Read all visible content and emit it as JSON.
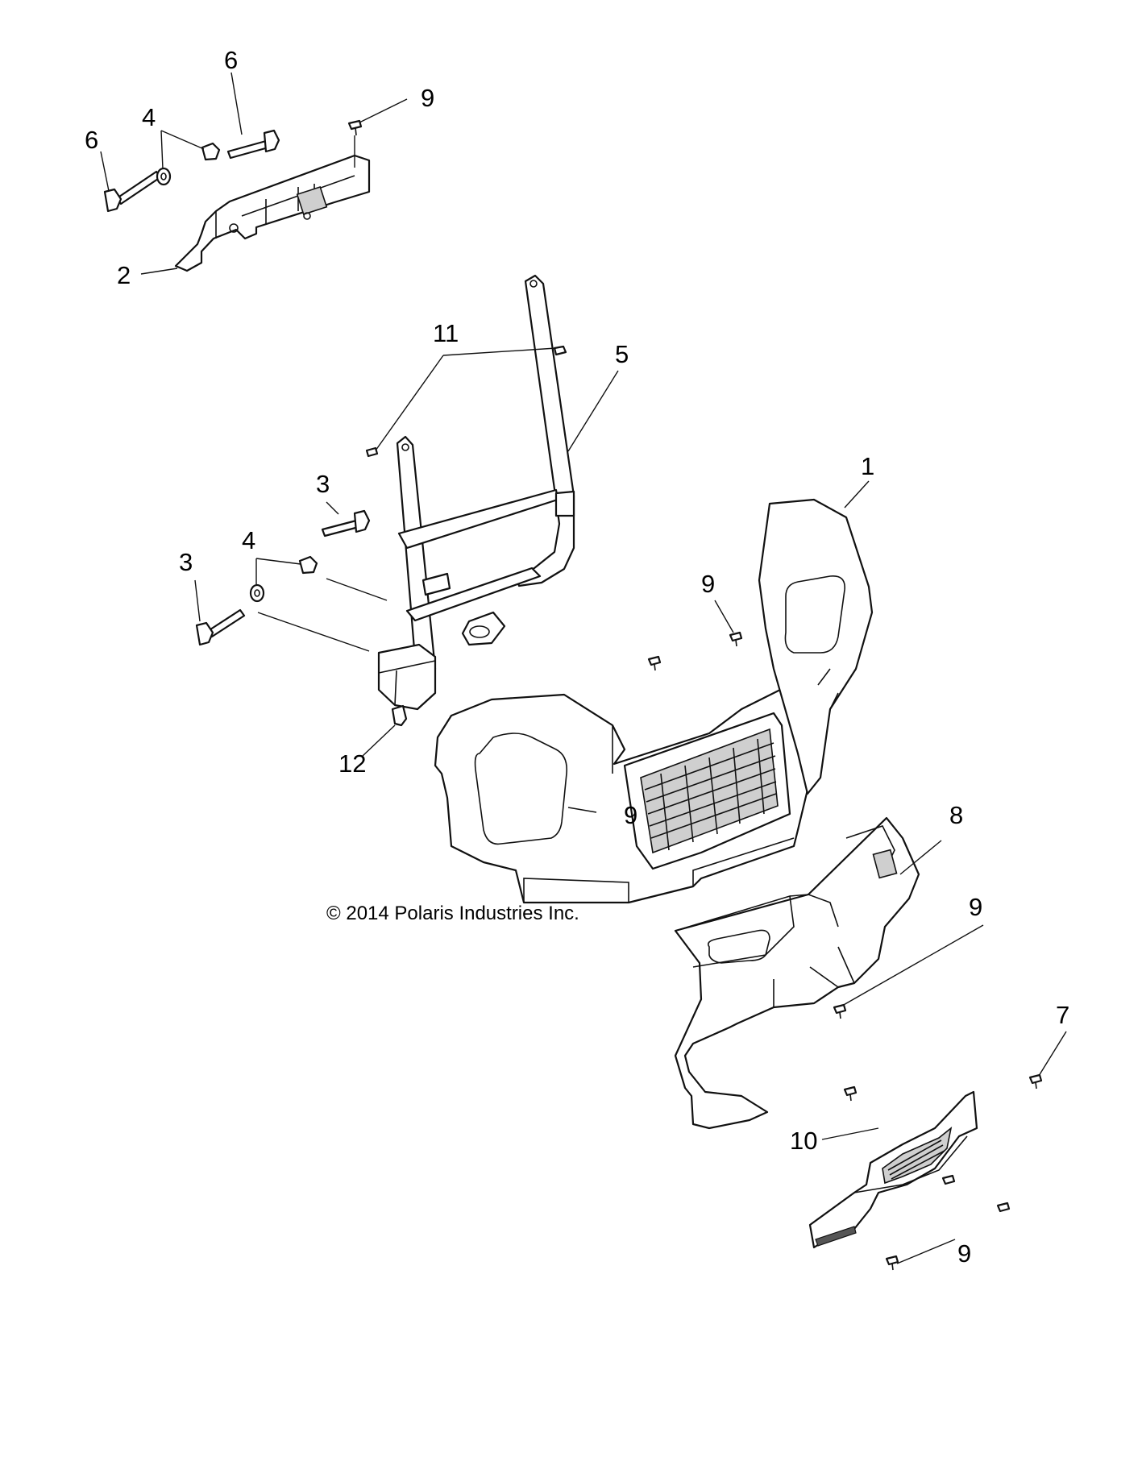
{
  "copyright": "© 2014 Polaris Industries Inc.",
  "callouts": {
    "c1": "1",
    "c2": "2",
    "c3a": "3",
    "c3b": "3",
    "c4a": "4",
    "c4b": "4",
    "c5": "5",
    "c6a": "6",
    "c6b": "6",
    "c7": "7",
    "c8": "8",
    "c9a": "9",
    "c9b": "9",
    "c9c": "9",
    "c9d": "9",
    "c9e": "9",
    "c10": "10",
    "c11": "11",
    "c12": "12"
  }
}
